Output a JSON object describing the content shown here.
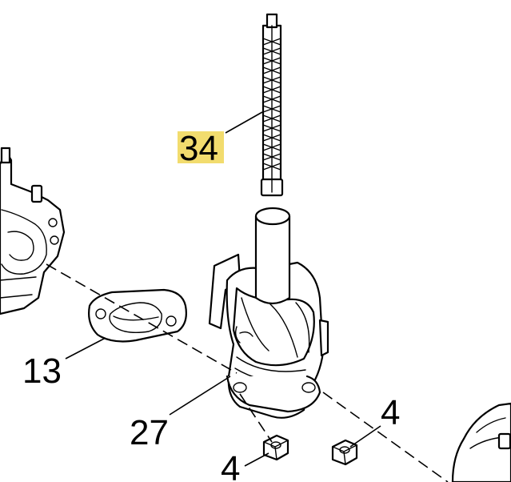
{
  "callouts": {
    "c34": "34",
    "c13": "13",
    "c27": "27",
    "c4a": "4",
    "c4b": "4"
  },
  "colors": {
    "highlight": "#f2dc6e",
    "line": "#000000"
  },
  "icons": [
    "carburetor-partial",
    "gasket",
    "fuel-filter",
    "air-intake-elbow",
    "hex-nut",
    "air-filter-housing-partial"
  ]
}
